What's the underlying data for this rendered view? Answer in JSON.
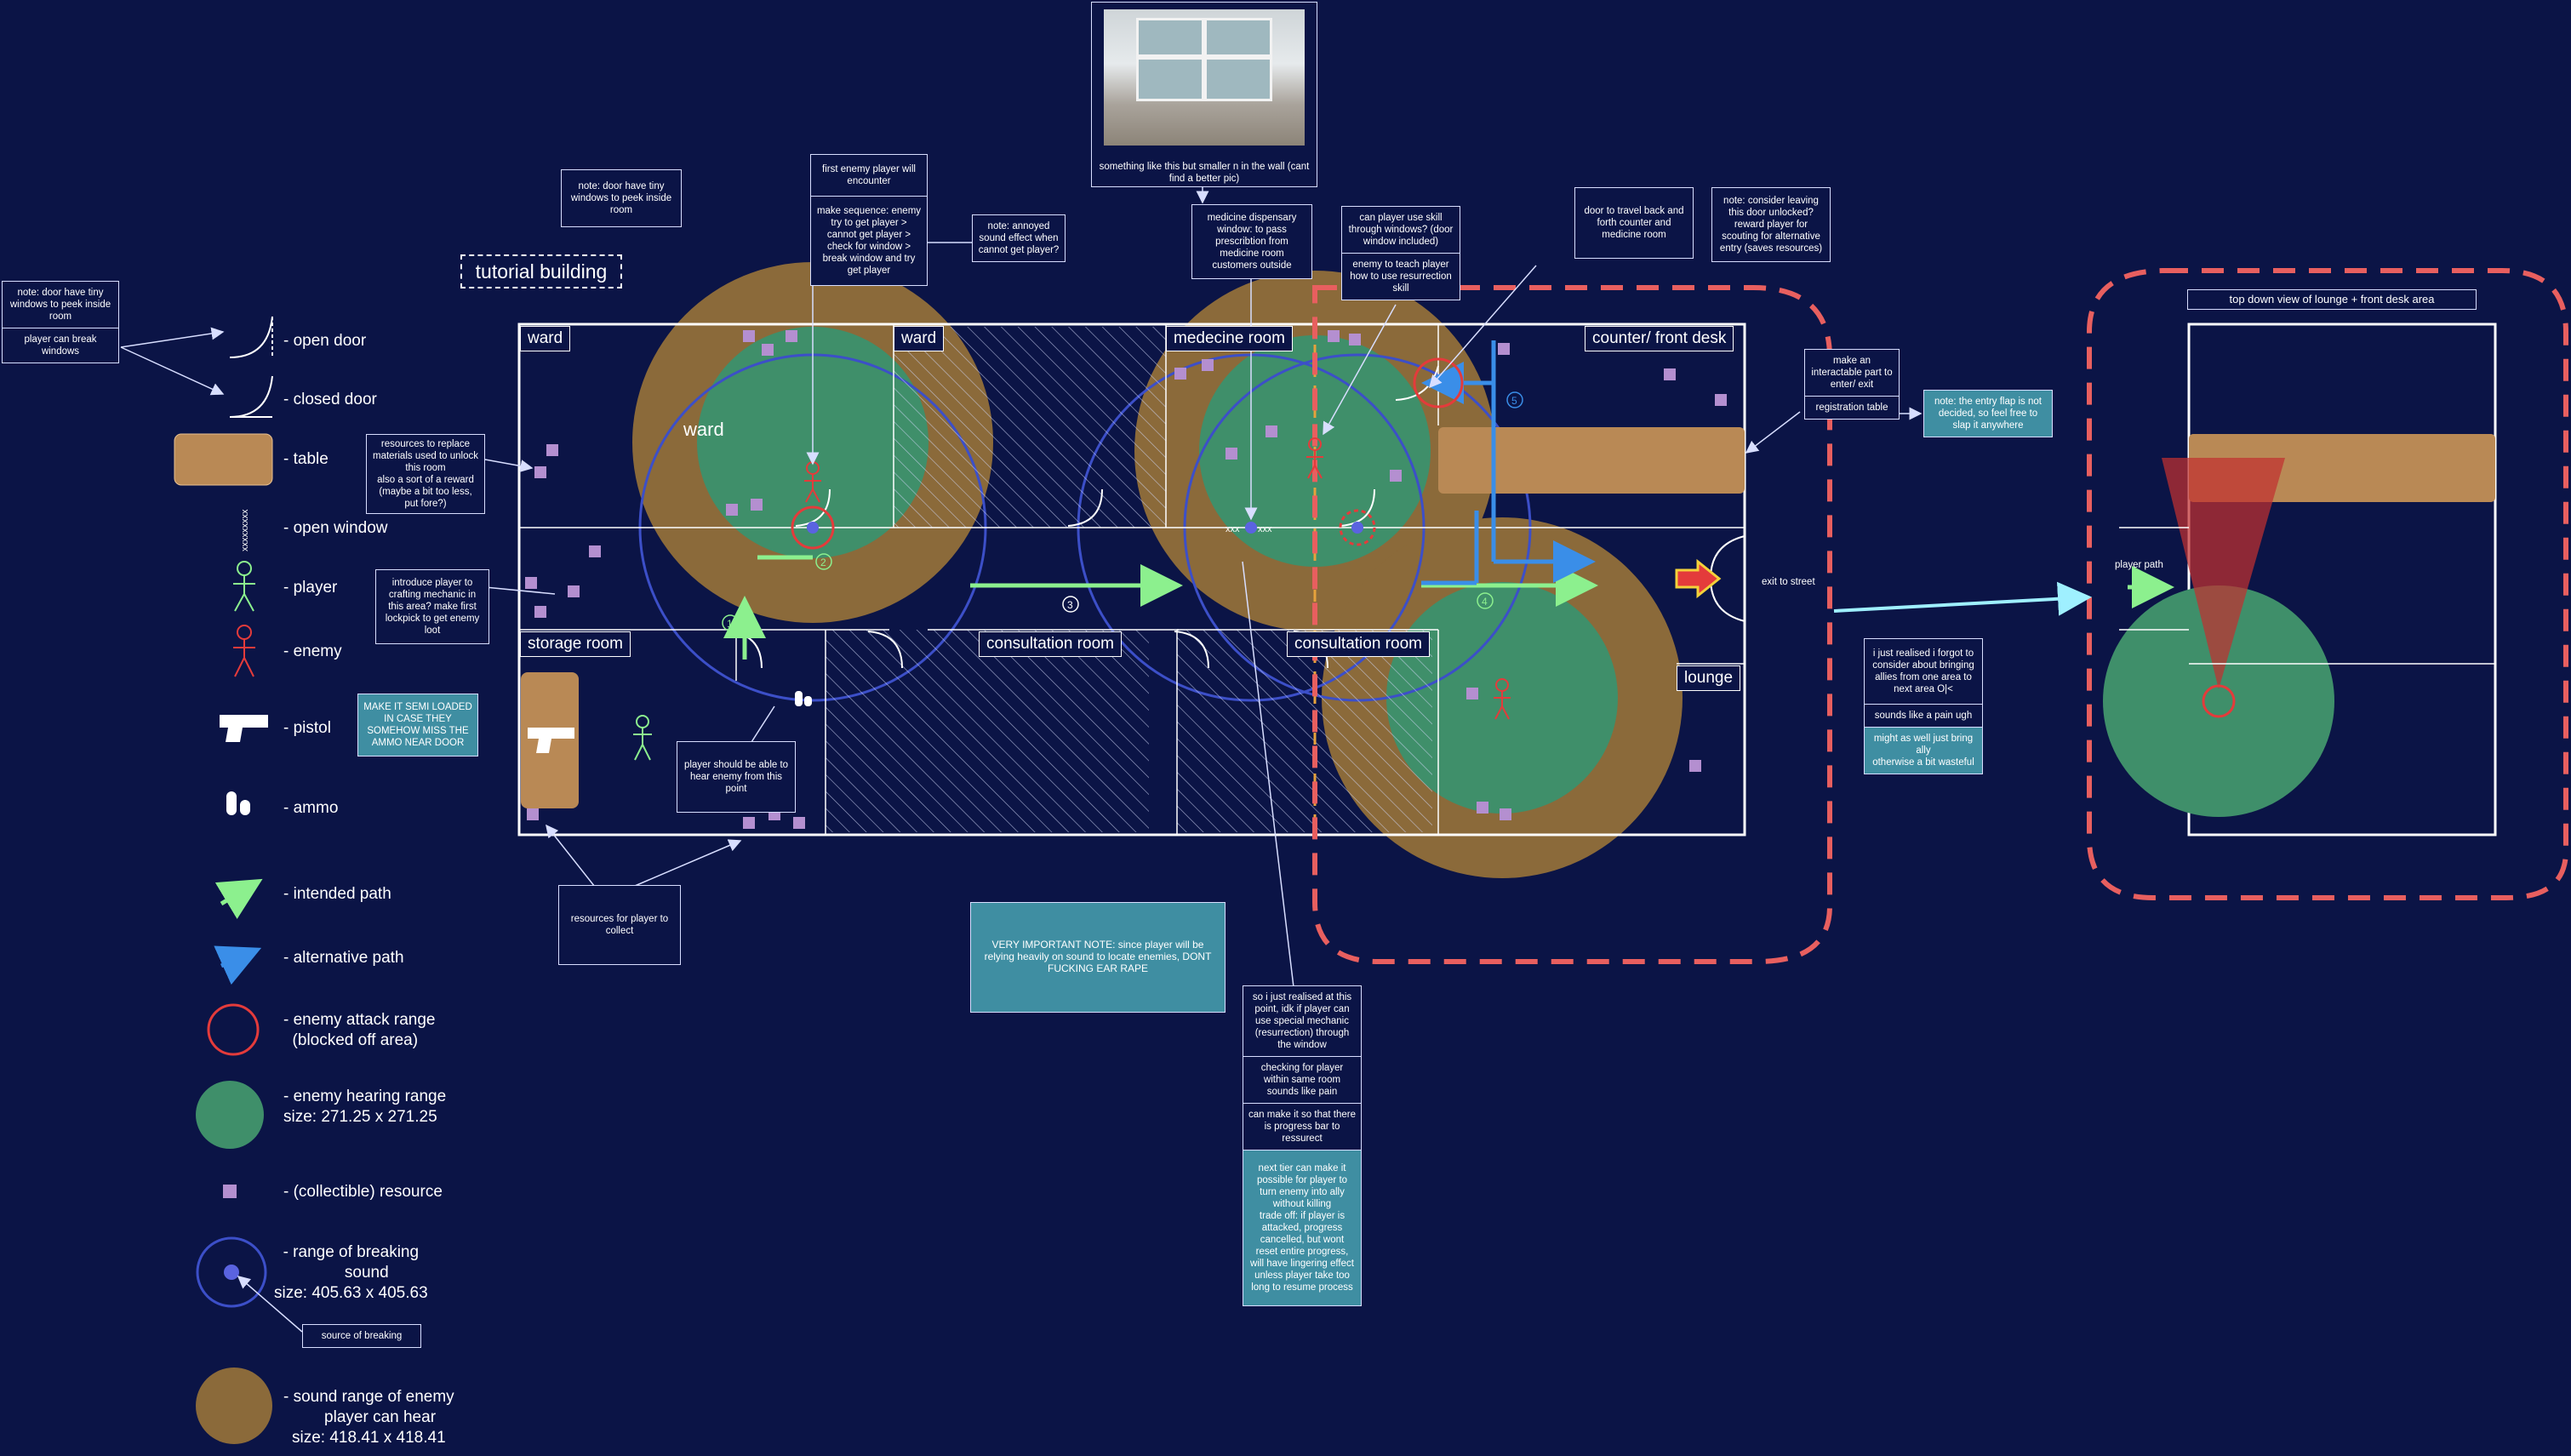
{
  "title": "tutorial building",
  "legend": [
    {
      "key": "open_door",
      "label": "- open door"
    },
    {
      "key": "closed_door",
      "label": "- closed door"
    },
    {
      "key": "table",
      "label": "- table"
    },
    {
      "key": "open_window",
      "label": "- open window"
    },
    {
      "key": "player",
      "label": "- player"
    },
    {
      "key": "enemy",
      "label": "- enemy"
    },
    {
      "key": "pistol",
      "label": "- pistol"
    },
    {
      "key": "ammo",
      "label": "- ammo"
    },
    {
      "key": "intended_path",
      "label": "- intended path"
    },
    {
      "key": "alternative_path",
      "label": "- alternative path"
    },
    {
      "key": "attack_range",
      "label": "- enemy attack range\n  (blocked off area)"
    },
    {
      "key": "hearing_range",
      "label": "- enemy hearing range\nsize: 271.25 x 271.25"
    },
    {
      "key": "resource",
      "label": "- (collectible) resource"
    },
    {
      "key": "breaking_range",
      "label": "- range of breaking\n       sound\nsize: 405.63 x 405.63"
    },
    {
      "key": "sound_range",
      "label": "- sound range of enemy\n     player can hear\nsize: 418.41 x 418.41"
    }
  ],
  "source_of_breaking": "source of breaking",
  "rooms": {
    "ward_a": "ward",
    "ward_b": "ward",
    "ward_big": "ward",
    "medicine": "medecine room",
    "counter": "counter/ front desk",
    "storage": "storage room",
    "consult_a": "consultation room",
    "consult_b": "consultation room",
    "lounge": "lounge"
  },
  "exit_label": "exit to street",
  "path_numbers": [
    "1",
    "2",
    "3",
    "4",
    "5"
  ],
  "photo_caption": "something like this but smaller n in the wall (cant find a better pic)",
  "notes": {
    "left_door": [
      "note: door have tiny windows to peek inside room",
      "player can break windows"
    ],
    "door_tiny": [
      "note: door have tiny windows to peek inside room"
    ],
    "first_enemy": [
      "first enemy player will encounter",
      "make sequence: enemy try to get player > cannot get player > check for window > break window and try get player"
    ],
    "annoyed": [
      "note: annoyed sound effect when cannot get player?"
    ],
    "medicine_window": [
      "medicine dispensary window: to pass prescribtion from medicine room customers outside"
    ],
    "skill": [
      "can player use skill through windows? (door window included)",
      "enemy to teach player how to use resurrection skill"
    ],
    "door_travel": [
      "door to travel back and forth counter and medicine room"
    ],
    "consider_door": [
      "note: consider leaving this door unlocked? reward player for scouting for alternative entry (saves resources)"
    ],
    "interactable": [
      "make an interactable part to enter/ exit",
      "registration table"
    ],
    "entry_flap": [
      "note: the entry flap is not decided, so feel free to slap it anywhere"
    ],
    "resources_replace": [
      "resources to replace materials used to unlock this room\nalso a sort of a reward (maybe a bit too less, put fore?)"
    ],
    "crafting": [
      "introduce player to crafting mechanic in this area? make first lockpick to get enemy loot"
    ],
    "semi_loaded": [
      "MAKE IT SEMI LOADED IN CASE THEY SOMEHOW MISS THE AMMO NEAR DOOR"
    ],
    "hear_enemy": [
      "player should be able to hear enemy from this point"
    ],
    "resources_collect": [
      "resources for player to collect"
    ],
    "very_important": [
      "VERY IMPORTANT NOTE: since player will be relying heavily on sound to locate enemies, DONT FUCKING EAR RAPE"
    ],
    "realised": [
      "so i just realised at this point, idk if player can use special mechanic (resurrection) through the window",
      "checking for player within same room sounds like pain",
      "can make it so that there is progress bar to ressurect",
      "next tier can make it possible for player to turn enemy into ally without killing\ntrade off: if player is attacked, progress cancelled, but wont reset entire progress, will have lingering effect unless player take too long to resume process"
    ],
    "forgot_allies": [
      "i just realised i forgot to consider about bringing allies from one area to next area O|<",
      "sounds like a pain ugh",
      "might as well just bring ally\notherwise a bit wasteful"
    ]
  },
  "topdown_title": "top down view of lounge + front desk area",
  "player_path_label": "player path",
  "colors": {
    "background": "#0b1446",
    "hearing": "#3f8f6a",
    "sound": "#8b6a3a",
    "table": "#b98955",
    "resource": "#b48fd0",
    "enemy": "#e43b3b",
    "player_path": "#8cf08e",
    "alt_path": "#3a8ee8",
    "dashed_region": "#e85f5f",
    "breaking": "#3c4fc8"
  }
}
